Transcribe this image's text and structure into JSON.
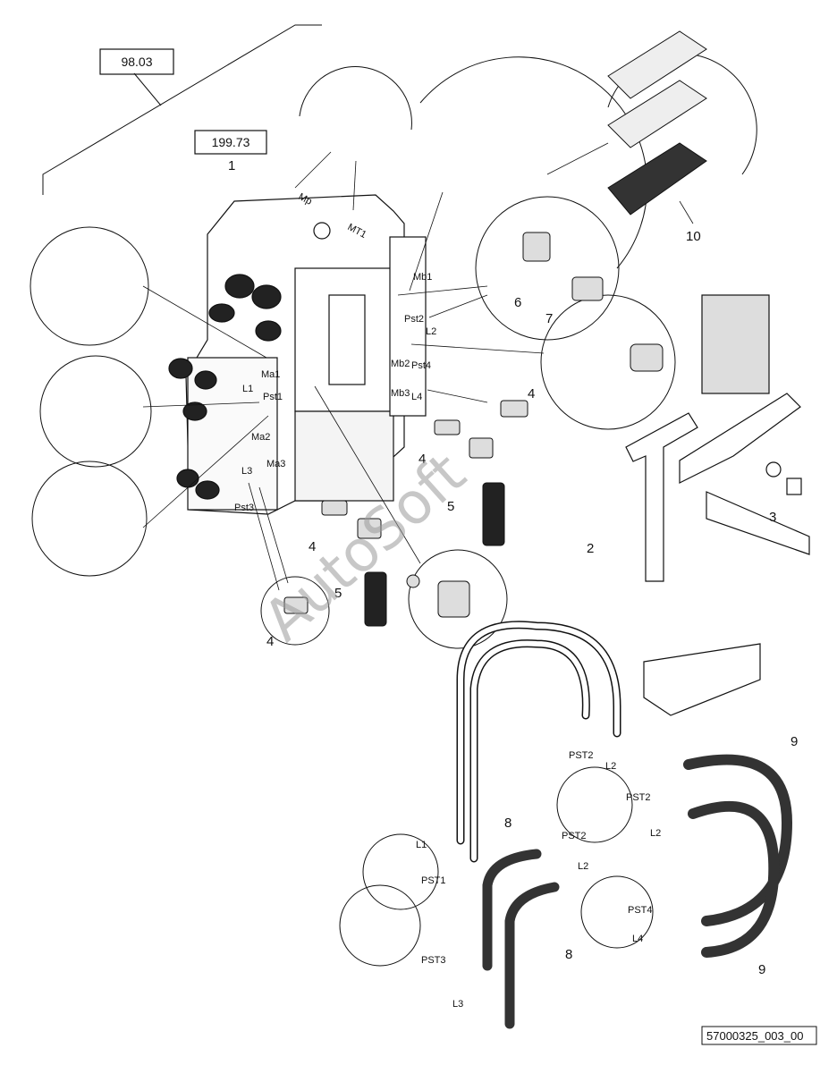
{
  "references": {
    "ref_a": "98.03",
    "ref_b": "199.73"
  },
  "callouts": [
    "1",
    "2",
    "3",
    "4",
    "4",
    "4",
    "4",
    "5",
    "5",
    "6",
    "7",
    "8",
    "8",
    "9",
    "9",
    "10"
  ],
  "valve_ports": [
    "Mp",
    "MT1",
    "Mb1",
    "Pst2",
    "L2",
    "Mb2",
    "Pst4",
    "Mb3",
    "L4",
    "Ma1",
    "L1",
    "Pst1",
    "Ma2",
    "L3",
    "Ma3",
    "Pst3"
  ],
  "hose_labels": [
    "PST2",
    "L2",
    "PST2",
    "PST2",
    "L2",
    "L2",
    "L1",
    "PST1",
    "PST3",
    "L3",
    "PST4",
    "L4"
  ],
  "watermark": "AutoSoft",
  "drawing_code": "57000325_003_00"
}
